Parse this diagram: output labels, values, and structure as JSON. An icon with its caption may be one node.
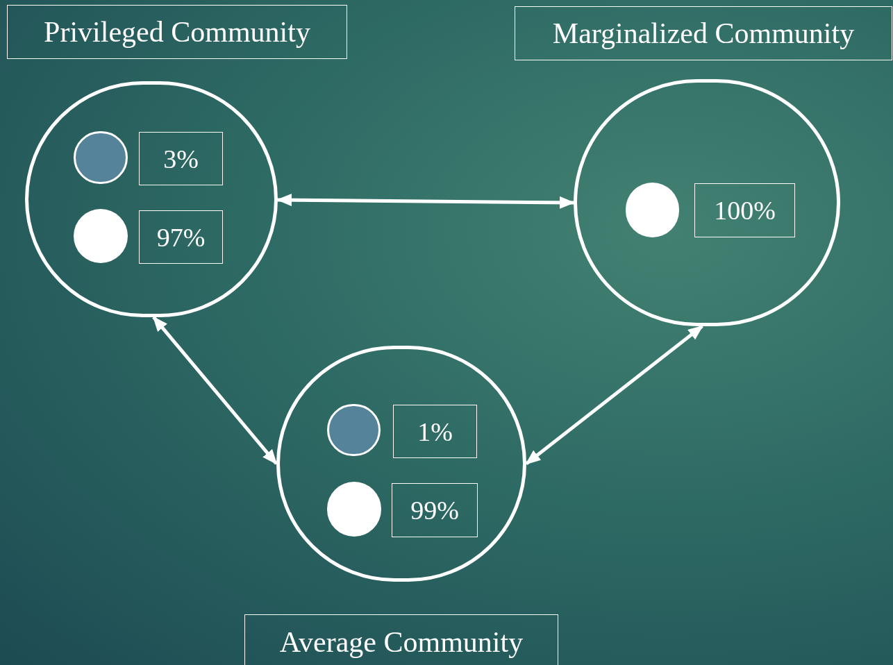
{
  "diagram": {
    "nodes": [
      {
        "text": [
          "Privileged Community"
        ]
      },
      {
        "text": [
          "Marginalized Community"
        ]
      },
      {
        "text": [],
        "shape": "circle"
      },
      {
        "text": [],
        "shape": "circle",
        "in": 2
      },
      {
        "text": [
          "3%"
        ],
        "in": 2
      },
      {
        "text": [],
        "shape": "circle",
        "in": 2
      },
      {
        "text": [
          "97%"
        ],
        "in": 2
      },
      {
        "text": [],
        "shape": "circle"
      },
      {
        "text": [],
        "shape": "circle",
        "in": 7
      },
      {
        "text": [
          "100%"
        ],
        "in": 7
      },
      {
        "text": [],
        "shape": "circle"
      },
      {
        "text": [],
        "shape": "circle",
        "in": 10
      },
      {
        "text": [
          "1%"
        ],
        "in": 10
      },
      {
        "text": [],
        "shape": "circle",
        "in": 10
      },
      {
        "text": [
          "99%"
        ],
        "in": 10
      },
      {
        "text": [
          "Average Community"
        ]
      }
    ],
    "edges": [
      {
        "from": 2,
        "to": 7,
        "arrow": "both"
      },
      {
        "from": 2,
        "to": 10,
        "arrow": "both"
      },
      {
        "from": 10,
        "to": 7,
        "arrow": "both"
      }
    ]
  }
}
